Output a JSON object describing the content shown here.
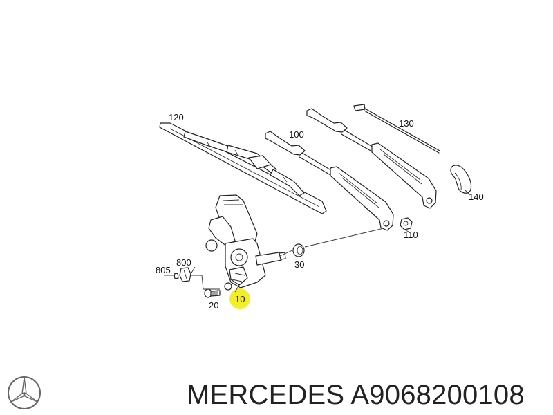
{
  "diagram": {
    "callouts": [
      {
        "id": "p120",
        "label": "120"
      },
      {
        "id": "p100",
        "label": "100"
      },
      {
        "id": "p130",
        "label": "130"
      },
      {
        "id": "p140",
        "label": "140"
      },
      {
        "id": "p110",
        "label": "110"
      },
      {
        "id": "p30",
        "label": "30"
      },
      {
        "id": "p800",
        "label": "800"
      },
      {
        "id": "p805",
        "label": "805"
      },
      {
        "id": "p20",
        "label": "20"
      },
      {
        "id": "p10",
        "label": "10"
      }
    ],
    "highlight": {
      "part": "10",
      "color": "#f2ee2a"
    },
    "line_color": "#222222"
  },
  "footer": {
    "brand": "MERCEDES",
    "part_number": "A9068200108",
    "logo_icon": "mercedes-star-icon"
  }
}
